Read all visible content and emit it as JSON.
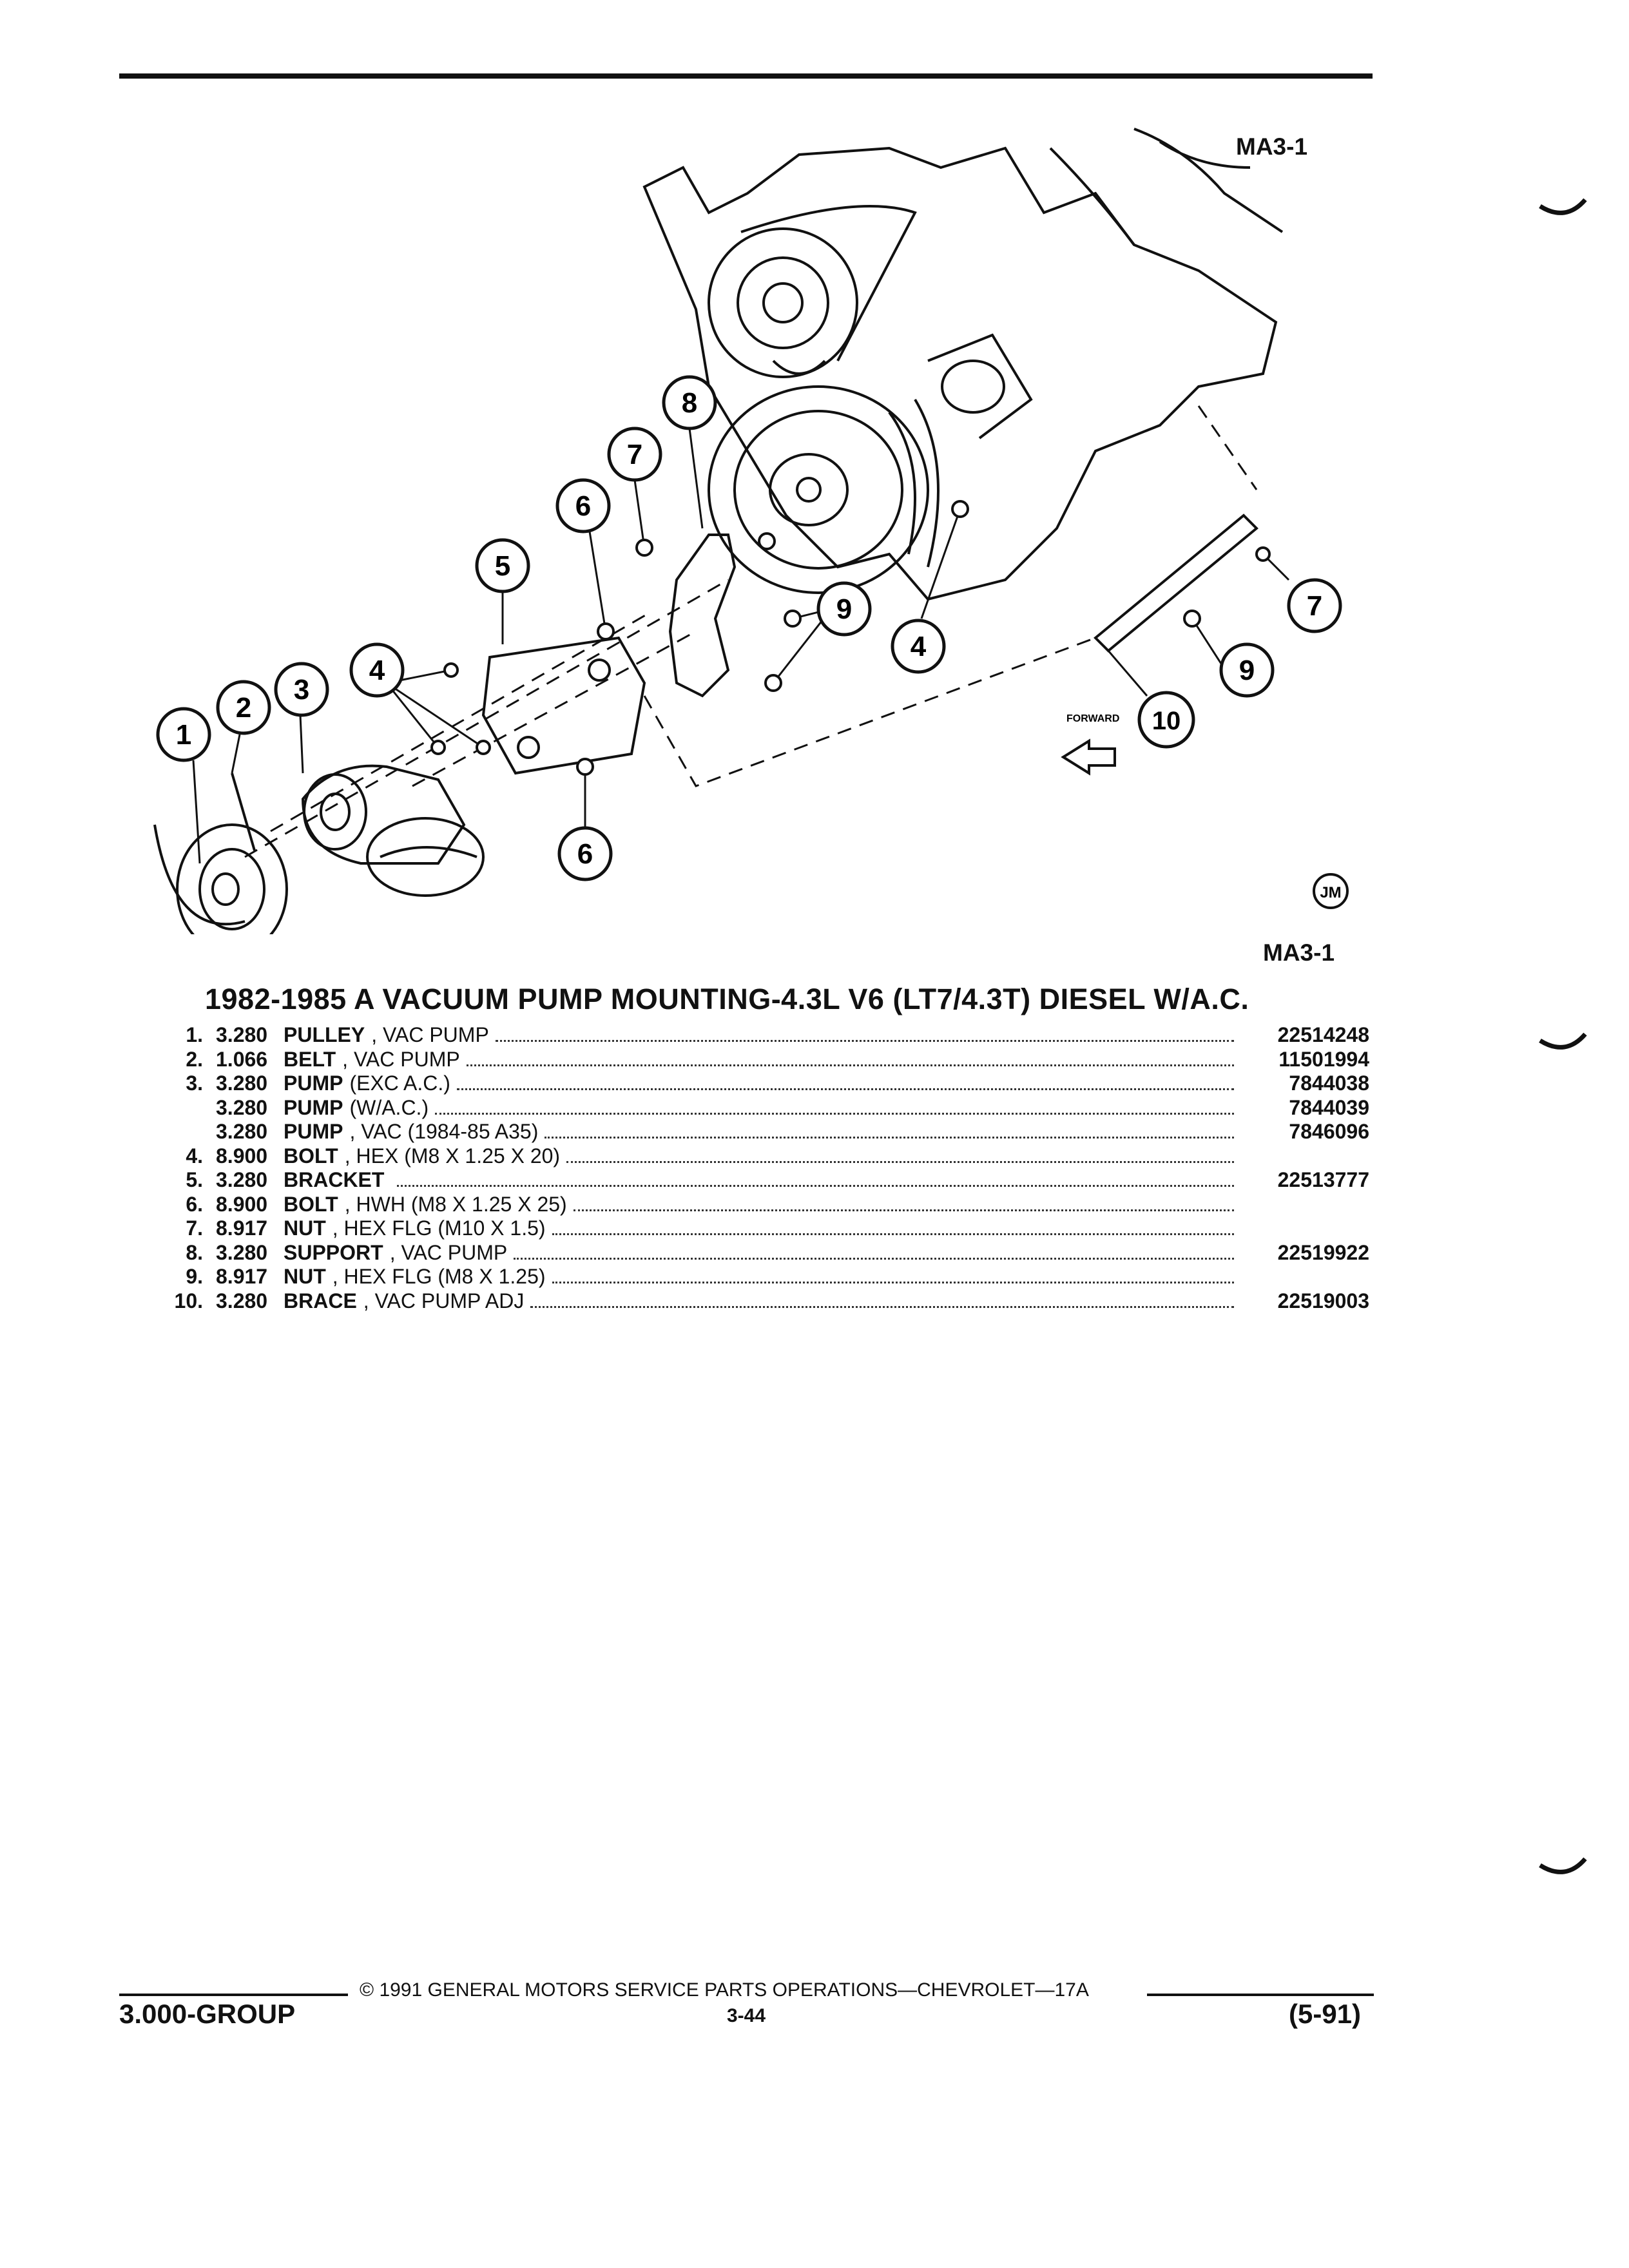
{
  "figure_code_top": "MA3-1",
  "figure_code_bottom": "MA3-1",
  "diagram": {
    "callouts": [
      "1",
      "2",
      "3",
      "4",
      "5",
      "6",
      "6",
      "7",
      "7",
      "8",
      "9",
      "9",
      "10",
      "4"
    ],
    "forward_label": "FORWARD",
    "badge": "JM"
  },
  "title": "1982-1985 A VACUUM PUMP MOUNTING-4.3L V6 (LT7/4.3T) DIESEL W/A.C.",
  "parts": [
    {
      "num": "1.",
      "qty": "3.280",
      "name": "PULLEY",
      "detail": ", VAC PUMP",
      "part": "22514248"
    },
    {
      "num": "2.",
      "qty": "1.066",
      "name": "BELT",
      "detail": ", VAC PUMP",
      "part": "11501994"
    },
    {
      "num": "3.",
      "qty": "3.280",
      "name": "PUMP",
      "detail": "(EXC A.C.)",
      "part": "7844038"
    },
    {
      "num": "",
      "qty": "3.280",
      "name": "PUMP",
      "detail": "(W/A.C.)",
      "part": "7844039"
    },
    {
      "num": "",
      "qty": "3.280",
      "name": "PUMP",
      "detail": ", VAC (1984-85 A35)",
      "part": "7846096"
    },
    {
      "num": "4.",
      "qty": "8.900",
      "name": "BOLT",
      "detail": ", HEX (M8 X 1.25 X 20)",
      "part": ""
    },
    {
      "num": "5.",
      "qty": "3.280",
      "name": "BRACKET",
      "detail": "",
      "part": "22513777"
    },
    {
      "num": "6.",
      "qty": "8.900",
      "name": "BOLT",
      "detail": ", HWH (M8 X 1.25 X 25)",
      "part": ""
    },
    {
      "num": "7.",
      "qty": "8.917",
      "name": "NUT",
      "detail": ", HEX FLG (M10 X 1.5)",
      "part": ""
    },
    {
      "num": "8.",
      "qty": "3.280",
      "name": "SUPPORT",
      "detail": ", VAC PUMP",
      "part": "22519922"
    },
    {
      "num": "9.",
      "qty": "8.917",
      "name": "NUT",
      "detail": ", HEX FLG (M8 X 1.25)",
      "part": ""
    },
    {
      "num": "10.",
      "qty": "3.280",
      "name": "BRACE",
      "detail": ", VAC PUMP ADJ",
      "part": "22519003"
    }
  ],
  "footer": {
    "copyright": "© 1991 GENERAL MOTORS SERVICE PARTS OPERATIONS—CHEVROLET—17A",
    "group": "3.000-GROUP",
    "page": "3-44",
    "date": "(5-91)"
  }
}
